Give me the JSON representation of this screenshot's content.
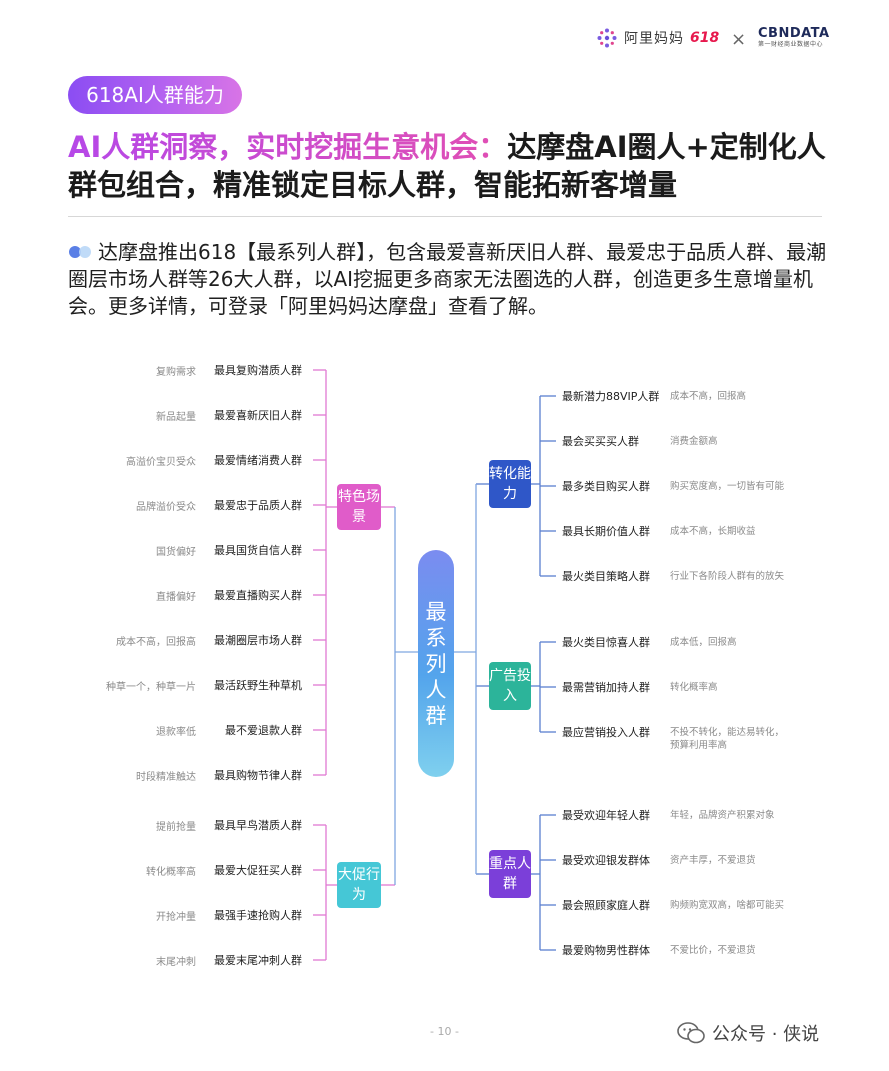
{
  "header": {
    "alimama": "阿里妈妈",
    "alimama_618": "618",
    "times": "×",
    "cbndata": "CBNDATA",
    "cbndata_sub": "第一财经商业数据中心"
  },
  "pill": "618AI人群能力",
  "heading": {
    "highlight": "AI人群洞察，实时挖掘生意机会：",
    "rest": "达摩盘AI圈人+定制化人群包组合，精准锁定目标人群，智能拓新客增量"
  },
  "intro": "达摩盘推出618【最系列人群】，包含最爱喜新厌旧人群、最爱忠于品质人群、最潮圈层市场人群等26大人群，以AI挖掘更多商家无法圈选的人群，创造更多生意增量机会。更多详情，可登录「阿里妈妈达摩盘」查看了解。",
  "map": {
    "center": "最系列人群",
    "colors": {
      "left_line": "#e07ad3",
      "right_line": "#5b7fd0",
      "cat_tese": "#e05cc9",
      "cat_dacu": "#45c7d6",
      "cat_zhuanhua": "#2f57c8",
      "cat_guanggao": "#2cb49a",
      "cat_zhongdian": "#7b3fd9"
    },
    "left_groups": [
      {
        "label": "特色场景",
        "items": [
          {
            "name": "最具复购潜质人群",
            "tag": "复购需求"
          },
          {
            "name": "最爱喜新厌旧人群",
            "tag": "新品起量"
          },
          {
            "name": "最爱情绪消费人群",
            "tag": "高溢价宝贝受众"
          },
          {
            "name": "最爱忠于品质人群",
            "tag": "品牌溢价受众"
          },
          {
            "name": "最具国货自信人群",
            "tag": "国货偏好"
          },
          {
            "name": "最爱直播购买人群",
            "tag": "直播偏好"
          },
          {
            "name": "最潮圈层市场人群",
            "tag": "成本不高，回报高"
          },
          {
            "name": "最活跃野生种草机",
            "tag": "种草一个，种草一片"
          },
          {
            "name": "最不爱退款人群",
            "tag": "退款率低"
          },
          {
            "name": "最具购物节律人群",
            "tag": "时段精准触达"
          }
        ]
      },
      {
        "label": "大促行为",
        "items": [
          {
            "name": "最具早鸟潜质人群",
            "tag": "提前抢量"
          },
          {
            "name": "最爱大促狂买人群",
            "tag": "转化概率高"
          },
          {
            "name": "最强手速抢购人群",
            "tag": "开抢冲量"
          },
          {
            "name": "最爱末尾冲刺人群",
            "tag": "末尾冲刺"
          }
        ]
      }
    ],
    "right_groups": [
      {
        "label": "转化能力",
        "items": [
          {
            "name": "最新潜力88VIP人群",
            "tag": "成本不高，回报高"
          },
          {
            "name": "最会买买买人群",
            "tag": "消费金额高"
          },
          {
            "name": "最多类目购买人群",
            "tag": "购买宽度高，一切皆有可能"
          },
          {
            "name": "最具长期价值人群",
            "tag": "成本不高，长期收益"
          },
          {
            "name": "最火类目策略人群",
            "tag": "行业下各阶段人群有的放矢"
          }
        ]
      },
      {
        "label": "广告投入",
        "items": [
          {
            "name": "最火类目惊喜人群",
            "tag": "成本低，回报高"
          },
          {
            "name": "最需营销加持人群",
            "tag": "转化概率高"
          },
          {
            "name": "最应营销投入人群",
            "tag": "不投不转化，能达易转化，预算利用率高"
          }
        ]
      },
      {
        "label": "重点人群",
        "items": [
          {
            "name": "最受欢迎年轻人群",
            "tag": "年轻，品牌资产积累对象"
          },
          {
            "name": "最受欢迎银发群体",
            "tag": "资产丰厚，不爱退货"
          },
          {
            "name": "最会照顾家庭人群",
            "tag": "购频购宽双高，啥都可能买"
          },
          {
            "name": "最爱购物男性群体",
            "tag": "不爱比价，不爱退货"
          }
        ]
      }
    ]
  },
  "footer": {
    "page": "- 10 -",
    "watermark": "公众号 · 侠说"
  }
}
